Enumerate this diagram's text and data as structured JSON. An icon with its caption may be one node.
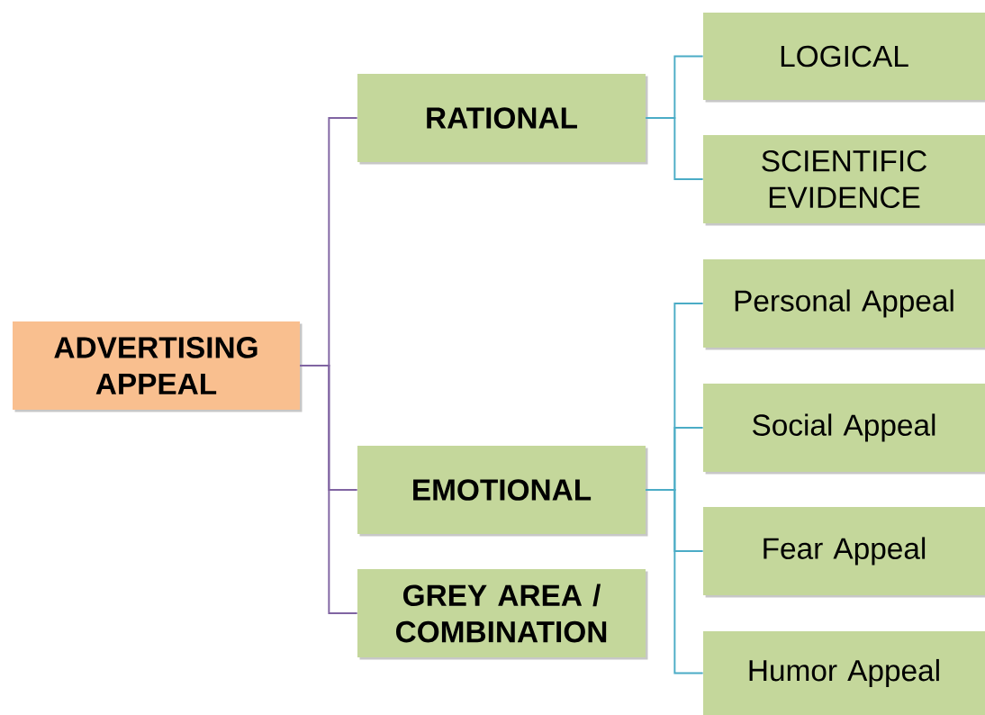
{
  "diagram": {
    "nodes": [
      {
        "text": [
          "ADVERTISING APPEAL"
        ]
      },
      {
        "text": [
          "RATIONAL"
        ]
      },
      {
        "text": [
          "EMOTIONAL"
        ]
      },
      {
        "text": [
          "GREY AREA / COMBINATION"
        ]
      },
      {
        "text": [
          "LOGICAL"
        ]
      },
      {
        "text": [
          "SCIENTIFIC EVIDENCE"
        ]
      },
      {
        "text": [
          "Personal Appeal"
        ]
      },
      {
        "text": [
          "Social Appeal"
        ]
      },
      {
        "text": [
          "Fear Appeal"
        ]
      },
      {
        "text": [
          "Humor Appeal"
        ]
      }
    ],
    "edges": [
      {
        "from": 0,
        "to": 1,
        "arrow": "none",
        "color": "#8064a2"
      },
      {
        "from": 0,
        "to": 2,
        "arrow": "none",
        "color": "#8064a2"
      },
      {
        "from": 0,
        "to": 3,
        "arrow": "none",
        "color": "#8064a2"
      },
      {
        "from": 1,
        "to": 4,
        "arrow": "none"
      },
      {
        "from": 1,
        "to": 5,
        "arrow": "none"
      },
      {
        "from": 2,
        "to": 6,
        "arrow": "none"
      },
      {
        "from": 2,
        "to": 7,
        "arrow": "none"
      },
      {
        "from": 2,
        "to": 8,
        "arrow": "none"
      },
      {
        "from": 2,
        "to": 9,
        "arrow": "none"
      }
    ]
  }
}
